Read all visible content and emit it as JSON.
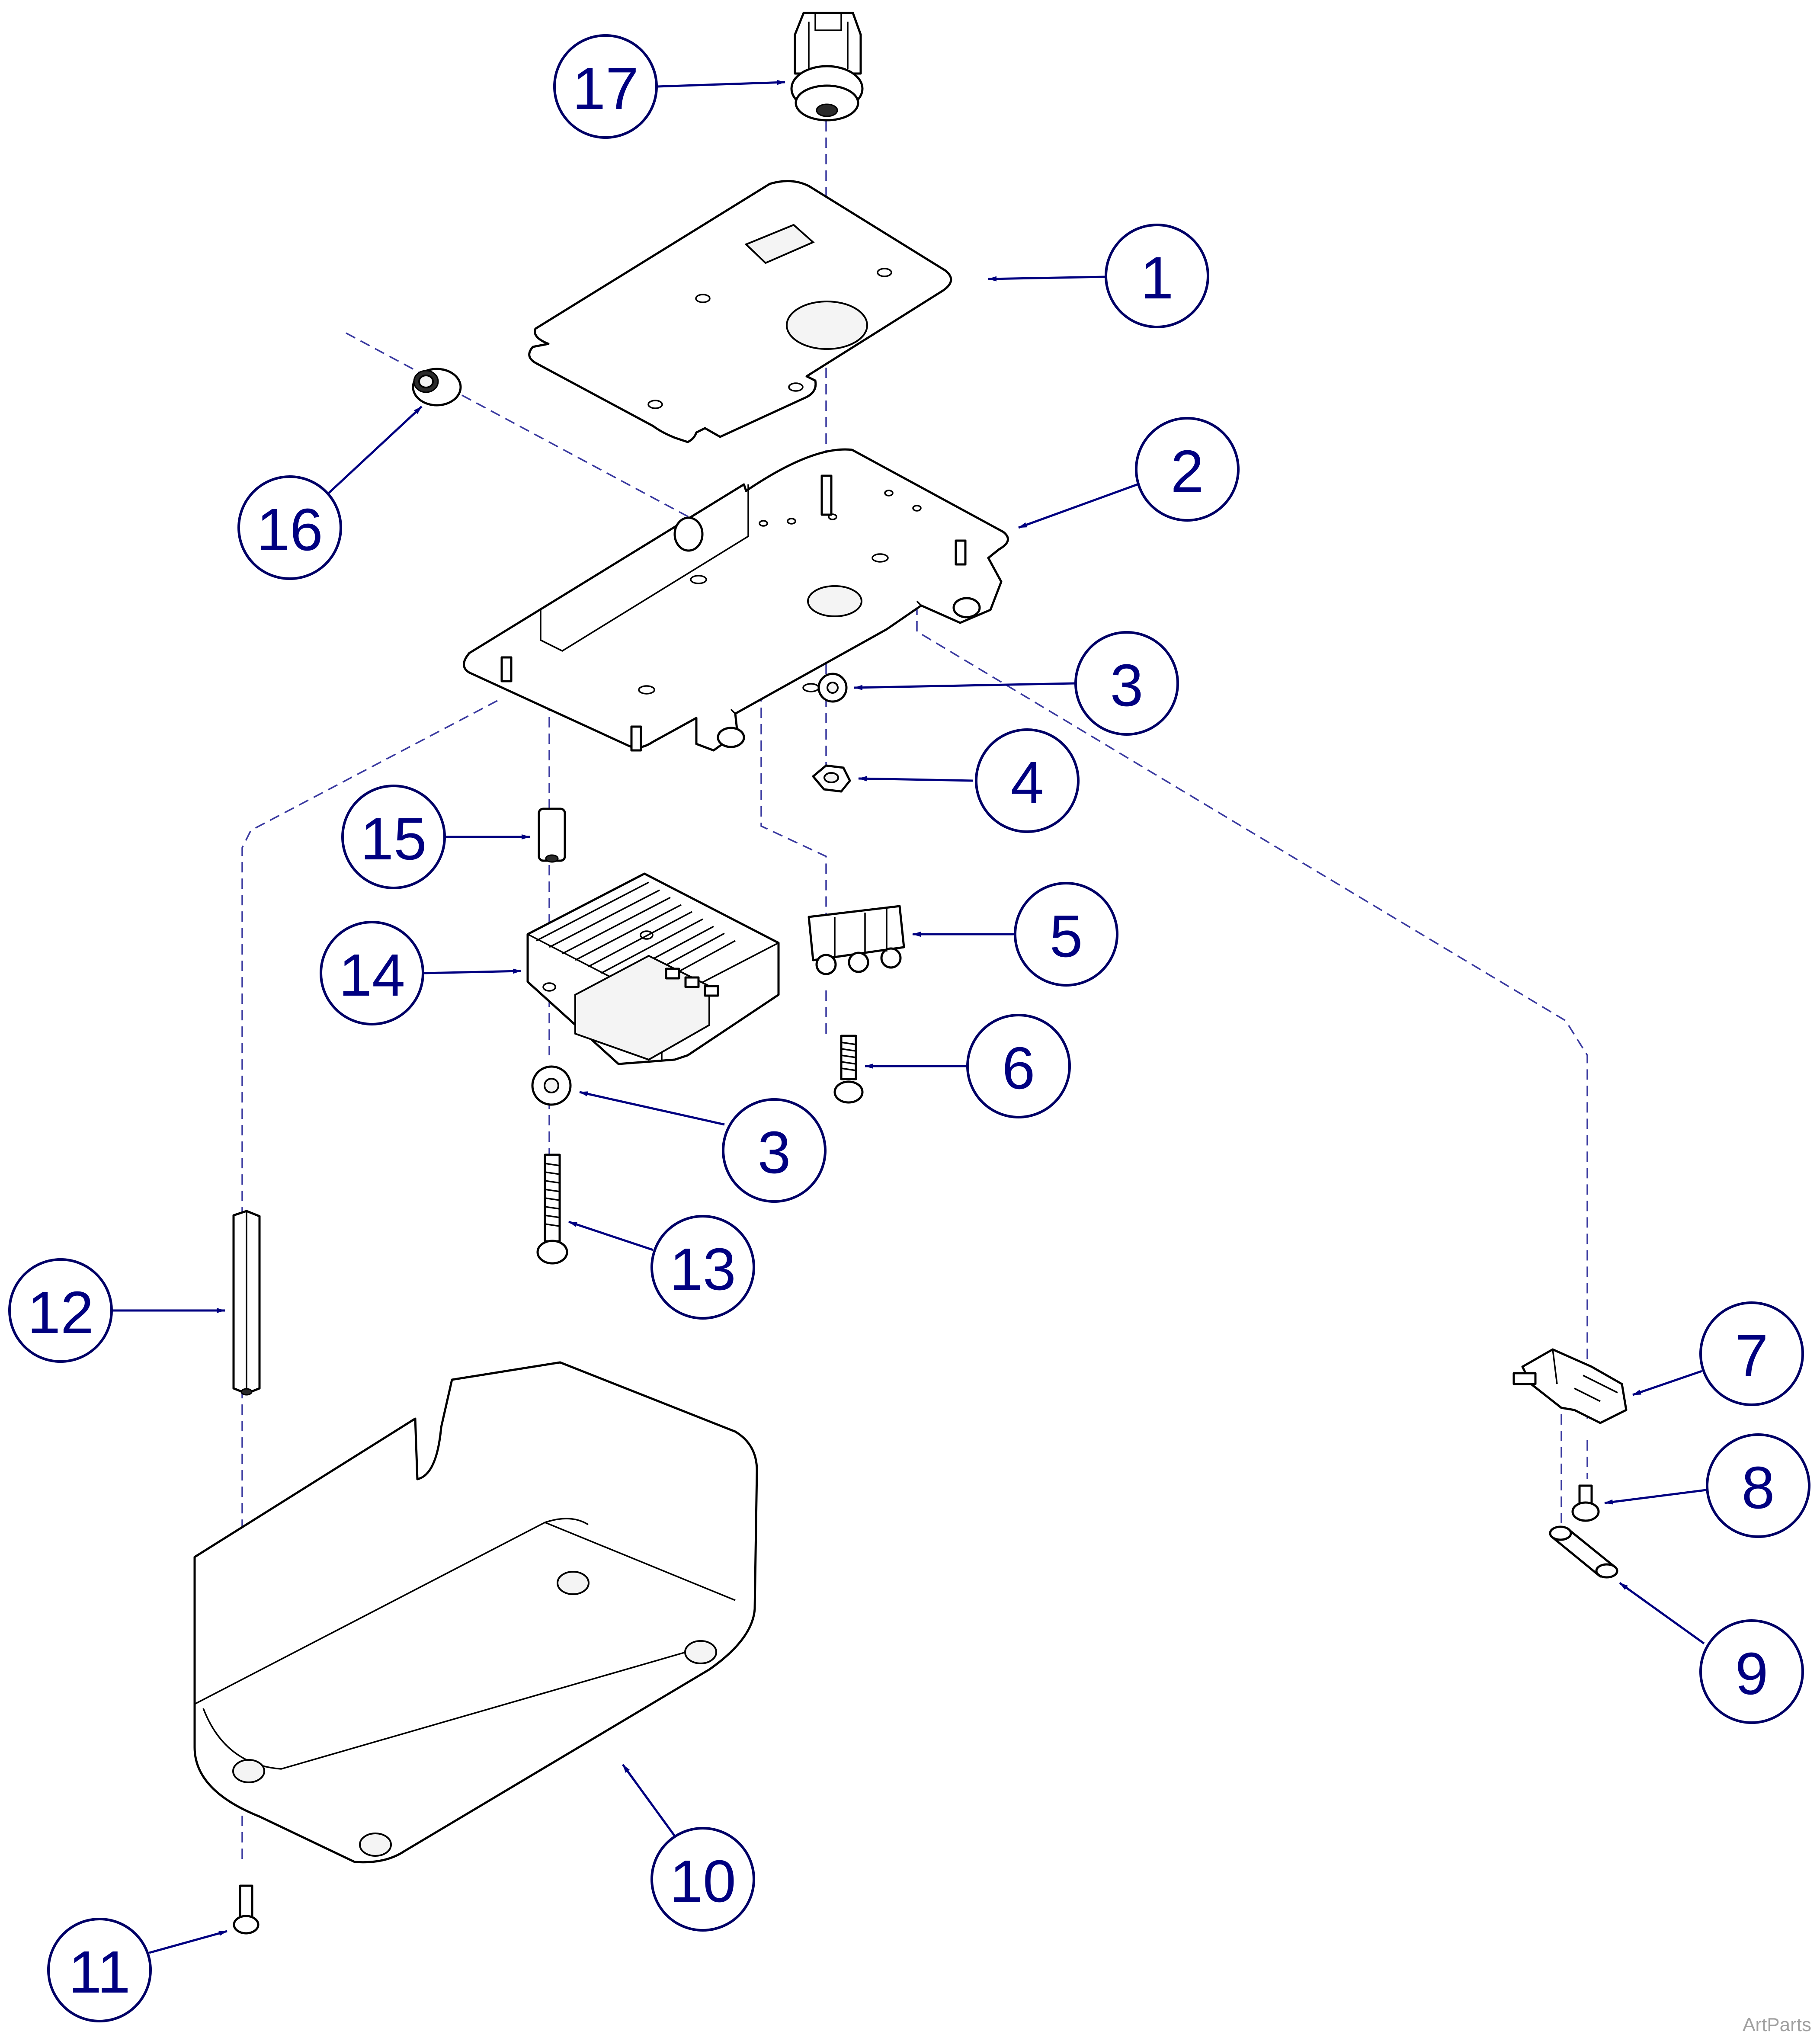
{
  "credit": "ArtParts",
  "callouts": [
    {
      "id": "callout-17",
      "label": "17"
    },
    {
      "id": "callout-1",
      "label": "1"
    },
    {
      "id": "callout-16",
      "label": "16"
    },
    {
      "id": "callout-2",
      "label": "2"
    },
    {
      "id": "callout-3-upper",
      "label": "3"
    },
    {
      "id": "callout-4",
      "label": "4"
    },
    {
      "id": "callout-15",
      "label": "15"
    },
    {
      "id": "callout-5",
      "label": "5"
    },
    {
      "id": "callout-14",
      "label": "14"
    },
    {
      "id": "callout-6",
      "label": "6"
    },
    {
      "id": "callout-3-lower",
      "label": "3"
    },
    {
      "id": "callout-13",
      "label": "13"
    },
    {
      "id": "callout-12",
      "label": "12"
    },
    {
      "id": "callout-7",
      "label": "7"
    },
    {
      "id": "callout-8",
      "label": "8"
    },
    {
      "id": "callout-9",
      "label": "9"
    },
    {
      "id": "callout-10",
      "label": "10"
    },
    {
      "id": "callout-11",
      "label": "11"
    }
  ]
}
